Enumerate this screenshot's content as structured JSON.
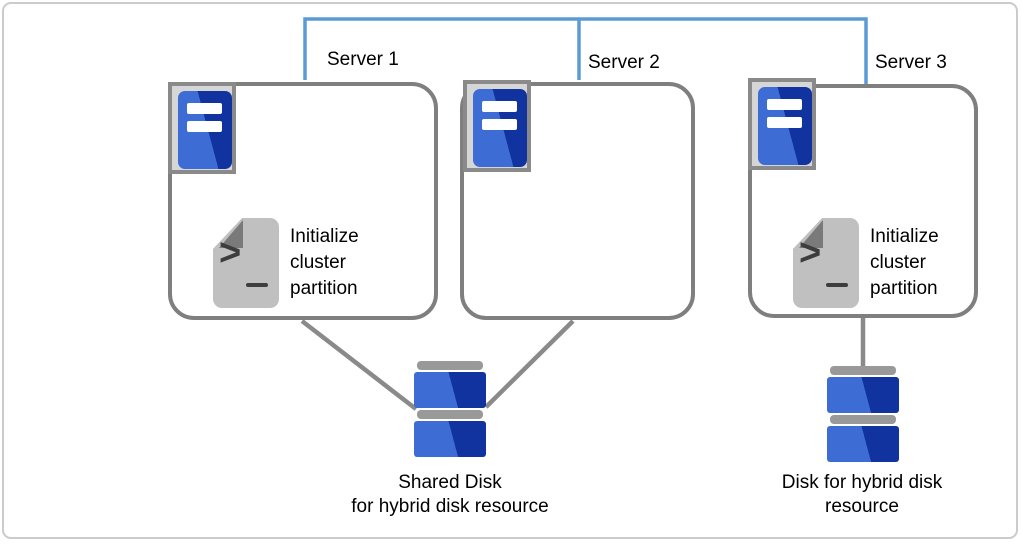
{
  "servers": [
    {
      "label": "Server 1"
    },
    {
      "label": "Server 2"
    },
    {
      "label": "Server 3"
    }
  ],
  "script_note": {
    "line1": "Initialize",
    "line2": "cluster",
    "line3": "partition"
  },
  "shared_disk": {
    "label_line1": "Shared Disk",
    "label_line2": "for hybrid disk resource"
  },
  "hybrid_disk": {
    "label_line1": "Disk for hybrid disk",
    "label_line2": "resource"
  },
  "icons": {
    "server": "server-tower-icon",
    "script": "script-file-icon",
    "disk": "disk-stack-icon"
  },
  "colors": {
    "interconnect_blue": "#5B9BD5",
    "box_border_gray": "#7f7f7f",
    "connector_gray": "#8a8a8a",
    "disk_bar_gray": "#999999",
    "disk_blue_light": "#3d6cd4",
    "disk_blue_dark": "#10339f",
    "script_body_gray": "#c0c0c0",
    "script_fold_gray": "#7a7a7a",
    "text": "#000000"
  }
}
